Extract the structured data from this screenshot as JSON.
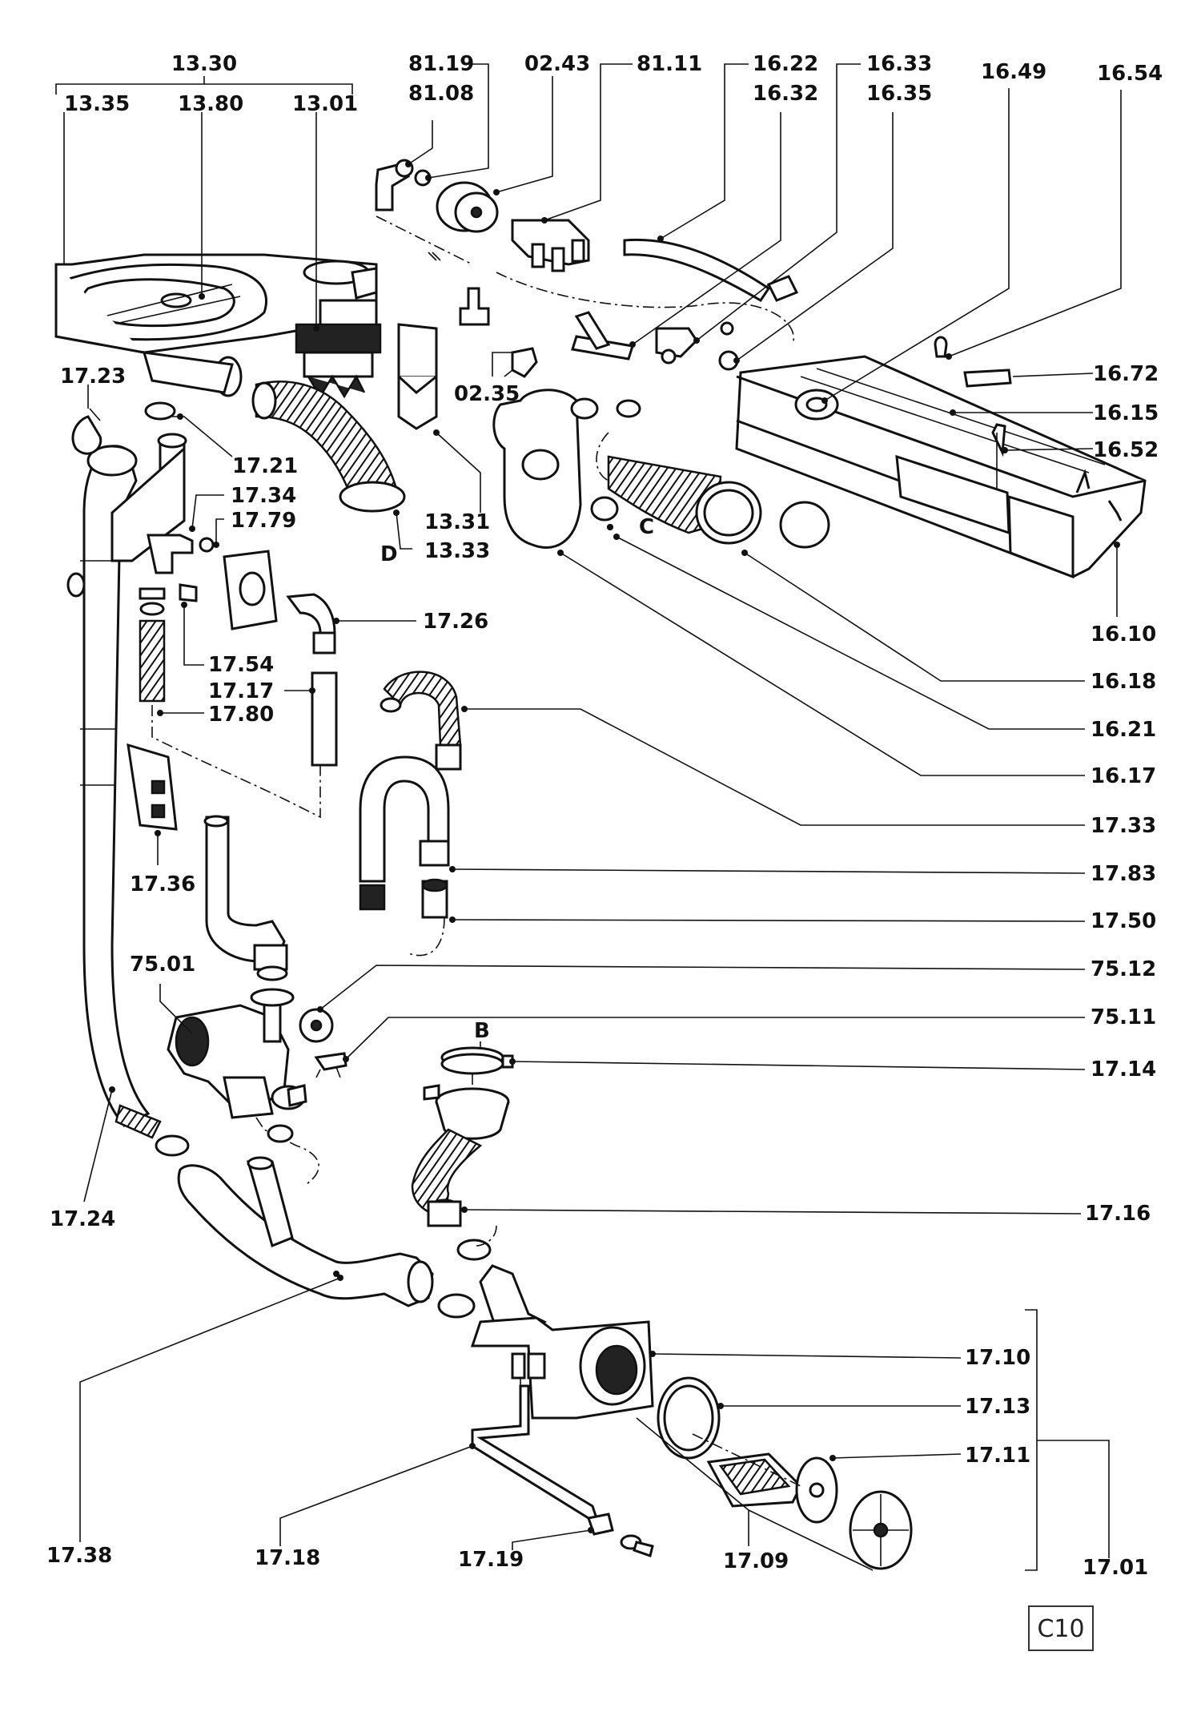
{
  "labels": {
    "l1330": "13.30",
    "l1335": "13.35",
    "l1380": "13.80",
    "l1301": "13.01",
    "l8119": "81.19",
    "l8108": "81.08",
    "l0243": "02.43",
    "l8111": "81.11",
    "l1622": "16.22",
    "l1632": "16.32",
    "l1633": "16.33",
    "l1635": "16.35",
    "l1649": "16.49",
    "l1654": "16.54",
    "l1723": "17.23",
    "l0235": "02.35",
    "l1672": "16.72",
    "l1615": "16.15",
    "l1721": "17.21",
    "l1734": "17.34",
    "l1779": "17.79",
    "l1652": "16.52",
    "lD": "D",
    "l1331": "13.31",
    "l1333": "13.33",
    "lC": "C",
    "l1726": "17.26",
    "l1754": "17.54",
    "l1717": "17.17",
    "l1780": "17.80",
    "l1610": "16.10",
    "l1618": "16.18",
    "l1621": "16.21",
    "l1617": "16.17",
    "l1733": "17.33",
    "l1736": "17.36",
    "l1783": "17.83",
    "l1750": "17.50",
    "l7501": "75.01",
    "l7512": "75.12",
    "l7511": "75.11",
    "lB": "B",
    "l1714": "17.14",
    "l1724": "17.24",
    "l1716": "17.16",
    "l1710": "17.10",
    "l1713": "17.13",
    "l1711": "17.11",
    "l1738": "17.38",
    "l1718": "17.18",
    "l1719": "17.19",
    "l1709": "17.09",
    "l1701": "17.01"
  },
  "page_code": "C10"
}
